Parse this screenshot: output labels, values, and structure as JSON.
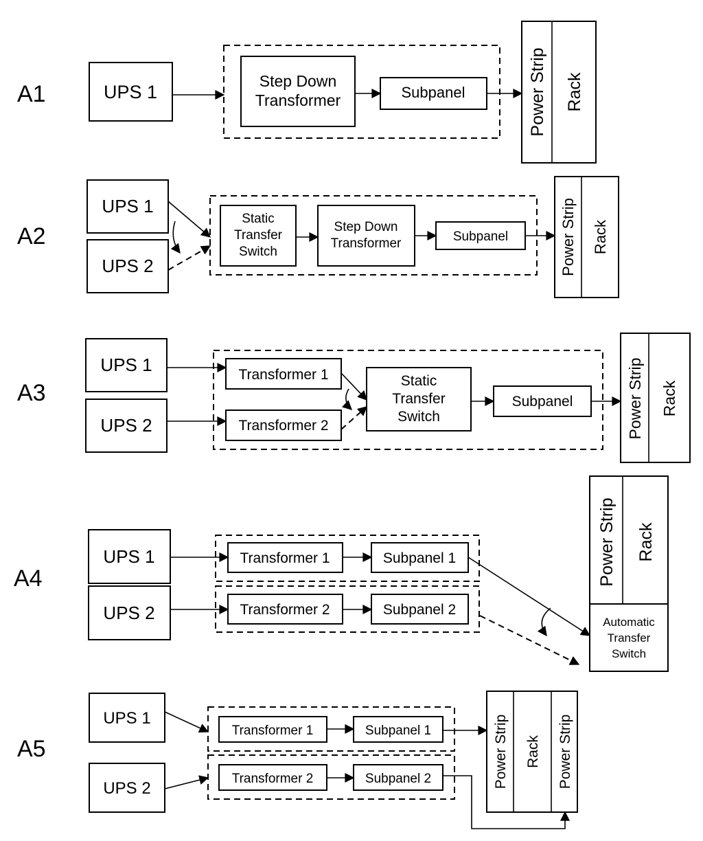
{
  "rows": [
    {
      "id": "A1",
      "label": "A1",
      "ups": [
        "UPS 1"
      ],
      "components": {
        "transformer": [
          "Step Down",
          "Transformer"
        ],
        "subpanel": "Subpanel"
      },
      "power_strip": "Power Strip",
      "rack": "Rack"
    },
    {
      "id": "A2",
      "label": "A2",
      "ups": [
        "UPS 1",
        "UPS 2"
      ],
      "components": {
        "sts": [
          "Static",
          "Transfer",
          "Switch"
        ],
        "transformer": [
          "Step Down",
          "Transformer"
        ],
        "subpanel": "Subpanel"
      },
      "power_strip": "Power Strip",
      "rack": "Rack"
    },
    {
      "id": "A3",
      "label": "A3",
      "ups": [
        "UPS 1",
        "UPS 2"
      ],
      "components": {
        "transformer_1": "Transformer 1",
        "transformer_2": "Transformer 2",
        "sts": [
          "Static",
          "Transfer",
          "Switch"
        ],
        "subpanel": "Subpanel"
      },
      "power_strip": "Power Strip",
      "rack": "Rack"
    },
    {
      "id": "A4",
      "label": "A4",
      "ups": [
        "UPS 1",
        "UPS 2"
      ],
      "components": {
        "transformer_1": "Transformer 1",
        "subpanel_1": "Subpanel 1",
        "transformer_2": "Transformer 2",
        "subpanel_2": "Subpanel 2",
        "ats": [
          "Automatic",
          "Transfer",
          "Switch"
        ]
      },
      "power_strip": "Power Strip",
      "rack": "Rack"
    },
    {
      "id": "A5",
      "label": "A5",
      "ups": [
        "UPS 1",
        "UPS 2"
      ],
      "components": {
        "transformer_1": "Transformer 1",
        "subpanel_1": "Subpanel 1",
        "transformer_2": "Transformer 2",
        "subpanel_2": "Subpanel 2"
      },
      "power_strip_1": "Power Strip",
      "rack": "Rack",
      "power_strip_2": "Power Strip"
    }
  ]
}
